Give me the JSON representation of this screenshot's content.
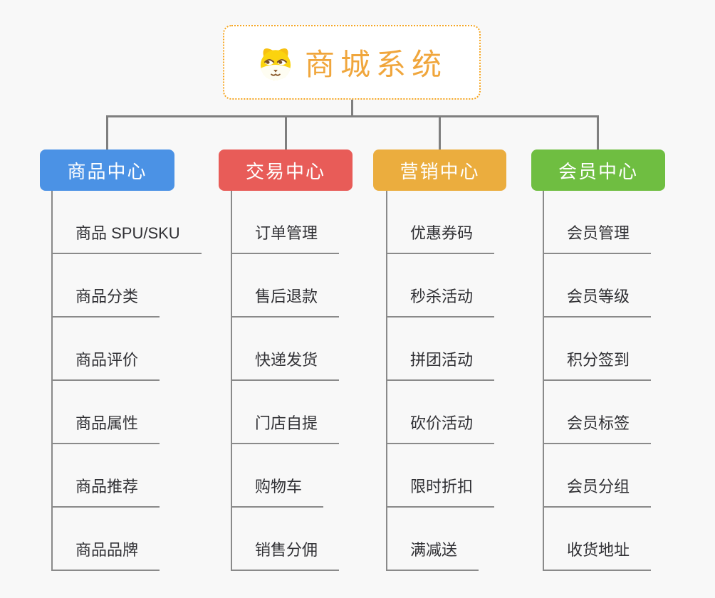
{
  "root": {
    "title": "商城系统",
    "icon": "dog-face-icon",
    "border_color": "#F5A623",
    "text_color": "#F0A63C"
  },
  "branches": [
    {
      "label": "商品中心",
      "color": "#4B92E5",
      "items": [
        "商品 SPU/SKU",
        "商品分类",
        "商品评价",
        "商品属性",
        "商品推荐",
        "商品品牌"
      ]
    },
    {
      "label": "交易中心",
      "color": "#E85C58",
      "items": [
        "订单管理",
        "售后退款",
        "快递发货",
        "门店自提",
        "购物车",
        "销售分佣"
      ]
    },
    {
      "label": "营销中心",
      "color": "#EBAD3E",
      "items": [
        "优惠券码",
        "秒杀活动",
        "拼团活动",
        "砍价活动",
        "限时折扣",
        "满减送"
      ]
    },
    {
      "label": "会员中心",
      "color": "#6FBE41",
      "items": [
        "会员管理",
        "会员等级",
        "积分签到",
        "会员标签",
        "会员分组",
        "收货地址"
      ]
    }
  ],
  "connector_color": "#7F7F7F",
  "line_color": "#8A8A8A",
  "background_color": "#F8F8F8"
}
